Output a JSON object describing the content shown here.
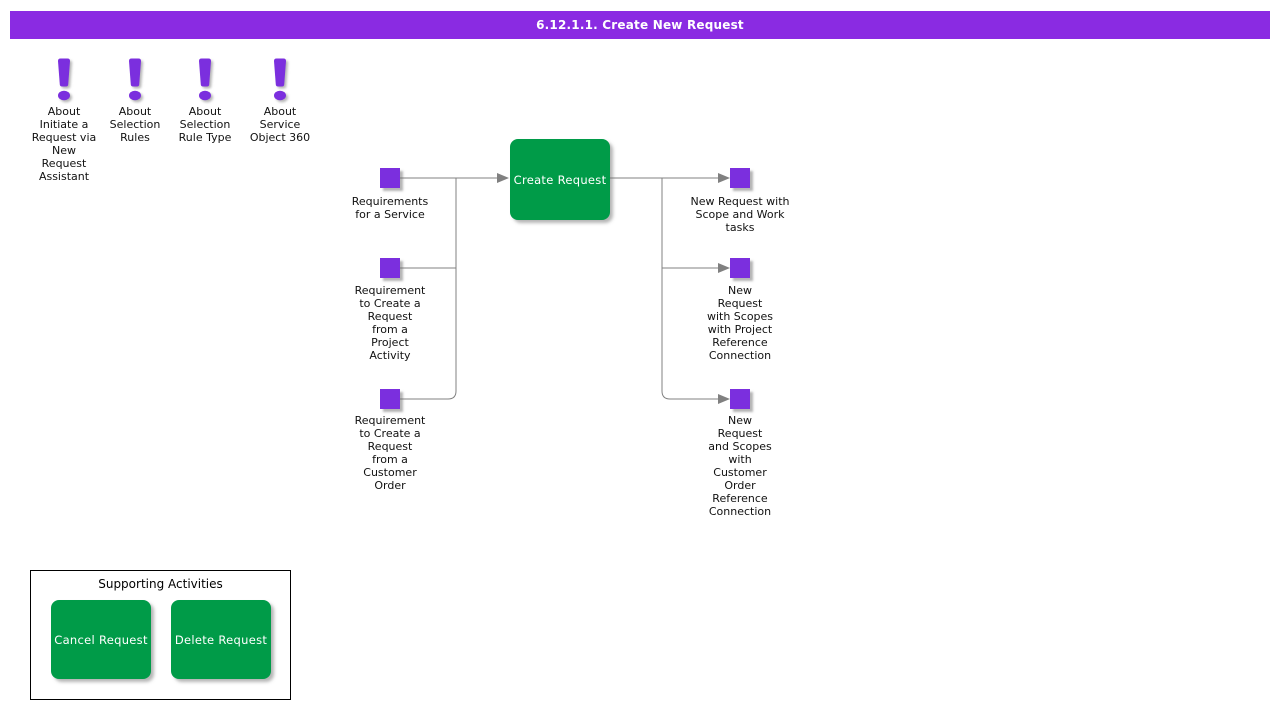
{
  "title_bar": {
    "title": "6.12.1.1. Create New Request"
  },
  "about_items": [
    {
      "icon": "exclamation-icon",
      "label": "About\nInitiate a\nRequest via\nNew\nRequest\nAssistant"
    },
    {
      "icon": "exclamation-icon",
      "label": "About\nSelection\nRules"
    },
    {
      "icon": "exclamation-icon",
      "label": "About\nSelection\nRule Type"
    },
    {
      "icon": "exclamation-icon",
      "label": "About\nService\nObject 360"
    }
  ],
  "flow": {
    "inputs": [
      {
        "label": "Requirements\nfor a Service"
      },
      {
        "label": "Requirement\nto Create a\nRequest\nfrom a\nProject\nActivity"
      },
      {
        "label": "Requirement\nto Create a\nRequest\nfrom a\nCustomer\nOrder"
      }
    ],
    "process": {
      "label": "Create Request"
    },
    "outputs": [
      {
        "label": "New Request with\nScope and Work\ntasks"
      },
      {
        "label": "New\nRequest\nwith Scopes\nwith Project\nReference\nConnection"
      },
      {
        "label": "New\nRequest\nand Scopes\nwith\nCustomer\nOrder\nReference\nConnection"
      }
    ]
  },
  "supporting": {
    "title": "Supporting Activities",
    "buttons": [
      {
        "label": "Cancel Request"
      },
      {
        "label": "Delete Request"
      }
    ]
  },
  "colors": {
    "title_bar_purple": "#8A2BE2",
    "node_purple": "#7B2FDE",
    "process_green": "#009B48",
    "connector_gray": "#808080"
  }
}
